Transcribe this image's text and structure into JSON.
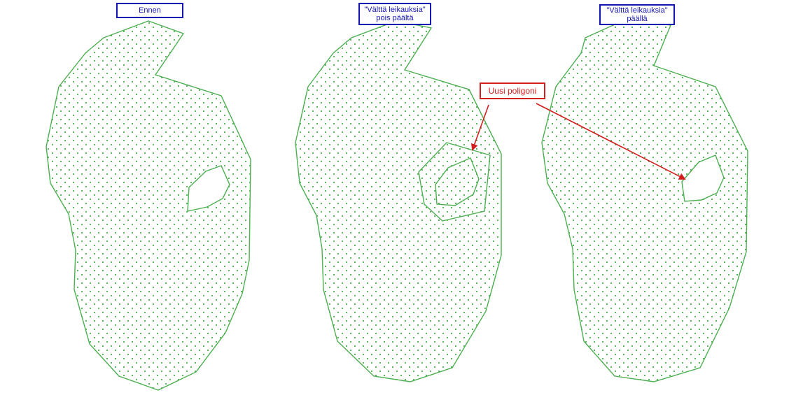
{
  "panels": {
    "before": {
      "label_lines": [
        "Ennen"
      ]
    },
    "avoid_off": {
      "label_lines": [
        "\"Välttä leikauksia\"",
        "pois päältä"
      ]
    },
    "avoid_on": {
      "label_lines": [
        "\"Välttä leikauksia\"",
        "päällä"
      ]
    }
  },
  "callout": {
    "text": "Uusi poligoni"
  },
  "colors": {
    "polygon_stroke": "#4caf50",
    "fill_dots": "#4caf50",
    "label_border": "#1414b4",
    "callout_border": "#d21e1e",
    "arrow": "#d21e1e"
  }
}
